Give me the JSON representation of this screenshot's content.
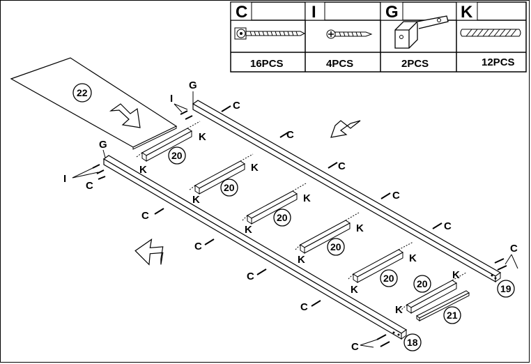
{
  "hardware_table": [
    {
      "letter": "C",
      "name": "long screw",
      "qty": "16PCS"
    },
    {
      "letter": "I",
      "name": "wood screw",
      "qty": "4PCS"
    },
    {
      "letter": "G",
      "name": "corner bracket",
      "qty": "2PCS"
    },
    {
      "letter": "K",
      "name": "wooden dowel",
      "qty": "12PCS"
    }
  ],
  "part_numbers": {
    "panel": "22",
    "rail_left": "18",
    "rail_right": "19",
    "slat": "20",
    "end_slat": "21"
  },
  "callouts": {
    "c": "C",
    "i": "I",
    "g": "G",
    "k": "K"
  }
}
